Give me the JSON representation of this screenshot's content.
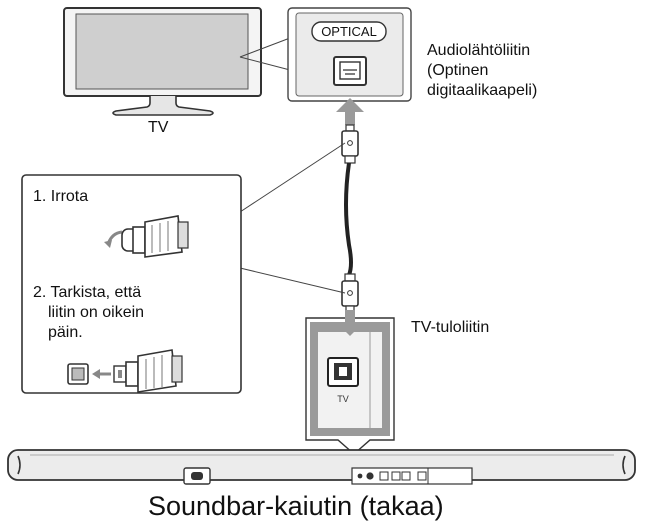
{
  "tv": {
    "label": "TV",
    "port_label": "OPTICAL"
  },
  "output_callout": {
    "line1": "Audiolähtöliitin",
    "line2": "(Optinen",
    "line3": "digitaalikaapeli)"
  },
  "instructions": {
    "step1": "1. Irrota",
    "step2_line1": "2. Tarkista, että",
    "step2_line2": "liitin on oikein",
    "step2_line3": "päin."
  },
  "input_callout": {
    "label": "TV-tuloliitin",
    "port_tag": "TV"
  },
  "soundbar": {
    "caption": "Soundbar-kaiutin (takaa)"
  },
  "colors": {
    "arrow": "#9a9a9a",
    "panel": "#eeeeee",
    "line": "#333333"
  }
}
